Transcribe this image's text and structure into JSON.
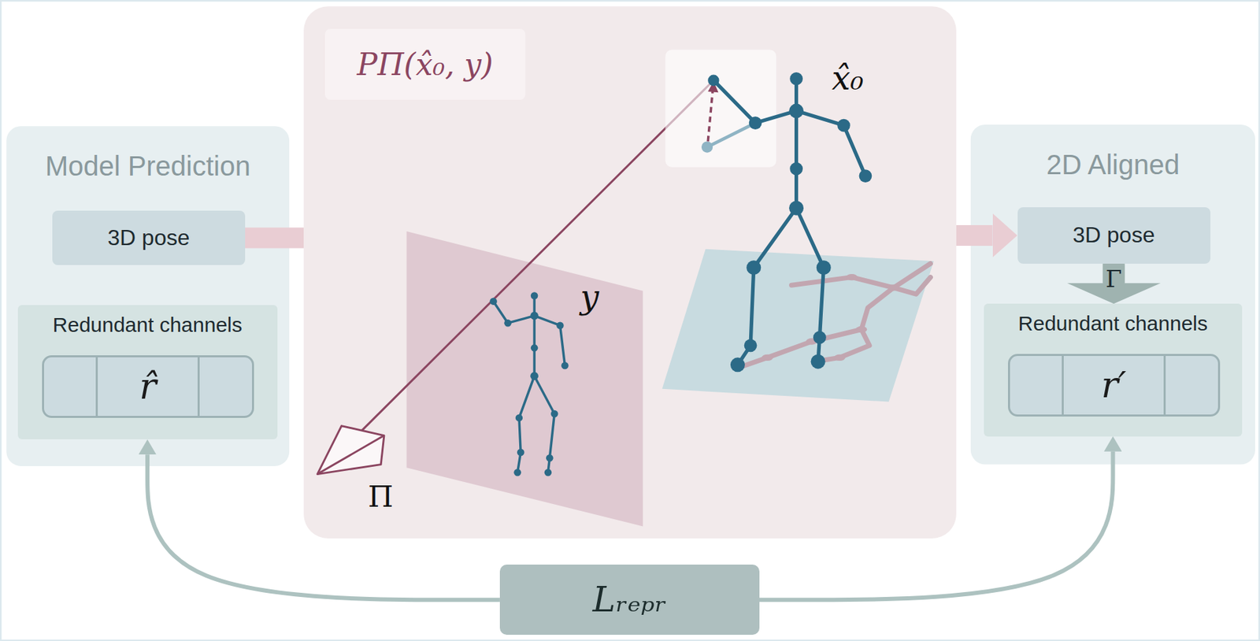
{
  "diagram": {
    "nodes": [
      {
        "text": [
          "Model Prediction"
        ]
      },
      {
        "text": [
          "3D pose"
        ],
        "in": 0
      },
      {
        "text": [
          "Redundant channels"
        ],
        "in": 0
      },
      {
        "text": [
          "r̂"
        ],
        "in": 2
      },
      {
        "text": [
          "PΠ(x̂₀, y)"
        ]
      },
      {
        "text": [
          "2D Aligned"
        ]
      },
      {
        "text": [
          "3D pose"
        ],
        "in": 5
      },
      {
        "text": [
          "Redundant channels"
        ],
        "in": 5
      },
      {
        "text": [
          "r′"
        ],
        "in": 7
      },
      {
        "text": [
          "Lᵣₑₚᵣ"
        ]
      }
    ],
    "edges": [
      {
        "from": 1,
        "to": 4,
        "arrow": "none"
      },
      {
        "from": 4,
        "to": 6,
        "arrow": "to"
      },
      {
        "from": 6,
        "to": 7,
        "label": "Γ",
        "arrow": "to"
      },
      {
        "from": 9,
        "to": 2,
        "arrow": "to"
      },
      {
        "from": 9,
        "to": 7,
        "arrow": "to"
      }
    ],
    "labels": [
      "x̂₀",
      "y",
      "Π"
    ]
  }
}
